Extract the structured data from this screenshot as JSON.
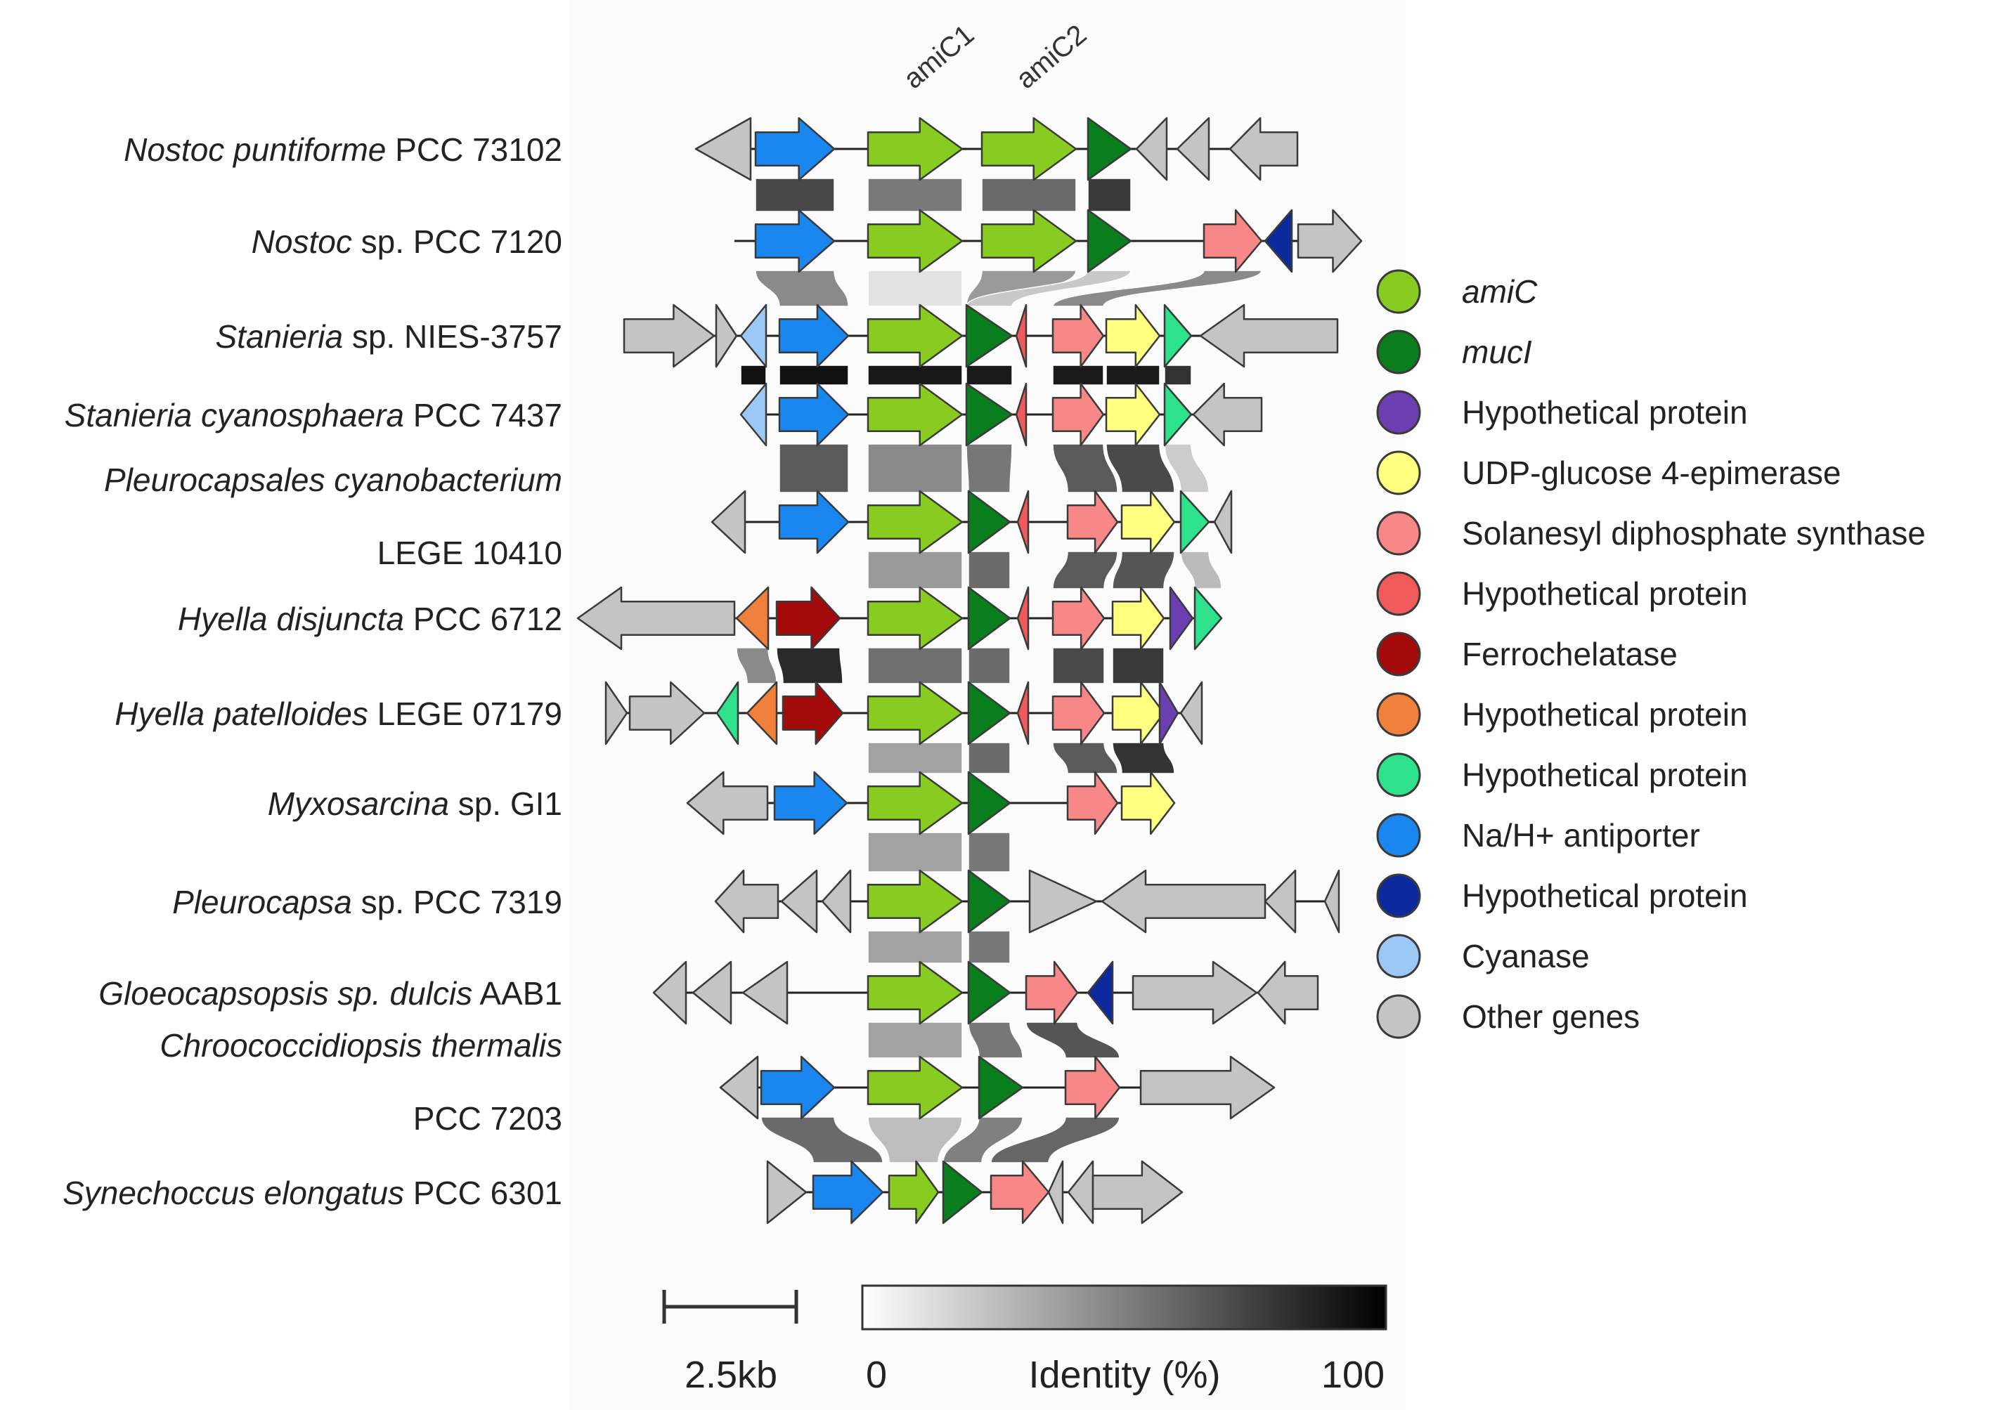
{
  "gene_labels": [
    "amiC1",
    "amiC2"
  ],
  "legend": [
    {
      "label": "amiC",
      "italic": true,
      "color": "#88CC22"
    },
    {
      "label": "mucI",
      "italic": true,
      "color": "#0A7D1C"
    },
    {
      "label": "Hypothetical protein",
      "italic": false,
      "color": "#6B3FB0"
    },
    {
      "label": "UDP-glucose 4-epimerase",
      "italic": false,
      "color": "#FFFF80"
    },
    {
      "label": "Solanesyl diphosphate synthase",
      "italic": false,
      "color": "#F88888"
    },
    {
      "label": "Hypothetical protein",
      "italic": false,
      "color": "#F05A5A"
    },
    {
      "label": "Ferrochelatase",
      "italic": false,
      "color": "#A30A0A"
    },
    {
      "label": "Hypothetical protein",
      "italic": false,
      "color": "#F0803C"
    },
    {
      "label": "Hypothetical protein",
      "italic": false,
      "color": "#2EE28C"
    },
    {
      "label": "Na/H+ antiporter",
      "italic": false,
      "color": "#1A86F0"
    },
    {
      "label": "Hypothetical protein",
      "italic": false,
      "color": "#0C2A9E"
    },
    {
      "label": "Cyanase",
      "italic": false,
      "color": "#9CC8F6"
    },
    {
      "label": "Other genes",
      "italic": false,
      "color": "#C4C4C4"
    }
  ],
  "organisms": [
    {
      "italic": "Nostoc puntiforme",
      "rest": " PCC 73102",
      "line2": ""
    },
    {
      "italic": "Nostoc",
      "rest": " sp. PCC 7120",
      "line2": ""
    },
    {
      "italic": "Stanieria",
      "rest": " sp. NIES-3757",
      "line2": ""
    },
    {
      "italic": "Stanieria cyanosphaera",
      "rest": " PCC 7437",
      "line2": ""
    },
    {
      "italic": "Pleurocapsales cyanobacterium",
      "rest": "",
      "line2": "LEGE 10410"
    },
    {
      "italic": "Hyella disjuncta",
      "rest": " PCC 6712",
      "line2": ""
    },
    {
      "italic": "Hyella patelloides",
      "rest": " LEGE 07179",
      "line2": ""
    },
    {
      "italic": "Myxosarcina",
      "rest": " sp. GI1",
      "line2": ""
    },
    {
      "italic": "Pleurocapsa",
      "rest": " sp. PCC 7319",
      "line2": ""
    },
    {
      "italic": "Gloeocapsopsis sp. dulcis",
      "rest": " AAB1",
      "line2": ""
    },
    {
      "italic": "Chroococcidiopsis thermalis",
      "rest": "",
      "line2": "PCC 7203"
    },
    {
      "italic": "Synechoccus elongatus",
      "rest": " PCC 6301",
      "line2": ""
    }
  ],
  "scale_bar": {
    "label": "2.5kb"
  },
  "identity_bar": {
    "min_label": "0",
    "title": "Identity (%)",
    "max_label": "100"
  }
}
